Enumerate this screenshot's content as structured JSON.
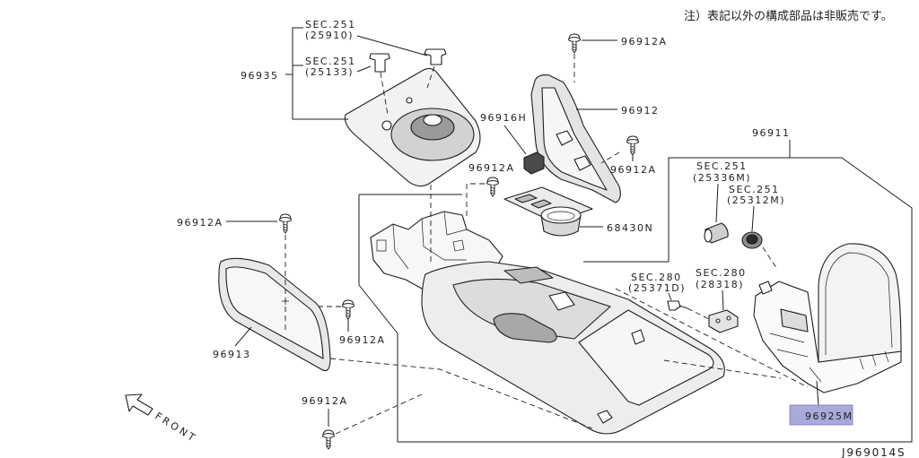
{
  "note": "注）表記以外の構成部品は非販売です。",
  "diagram_code": "J969014S",
  "front_label": "FRONT",
  "sections": {
    "s25910": {
      "sec": "SEC.251",
      "code": "(25910)"
    },
    "s25133": {
      "sec": "SEC.251",
      "code": "(25133)"
    },
    "s25336m": {
      "sec": "SEC.251",
      "code": "(25336M)"
    },
    "s25312m": {
      "sec": "SEC.251",
      "code": "(25312M)"
    },
    "s25371d": {
      "sec": "SEC.280",
      "code": "(25371D)"
    },
    "s28318": {
      "sec": "SEC.280",
      "code": "(28318)"
    }
  },
  "parts": {
    "p96935": "96935",
    "p96912a_top": "96912A",
    "p96912": "96912",
    "p96916h": "96916H",
    "p96911": "96911",
    "p96912a_upper_mid": "96912A",
    "p96912a_upper_right": "96912A",
    "p96912a_left": "96912A",
    "p68430n": "68430N",
    "p96913": "96913",
    "p96912a_lower_mid": "96912A",
    "p96912a_bottom": "96912A",
    "p96925m": "96925M"
  },
  "colors": {
    "highlight": "#a9a9da",
    "line": "#1e1e1e"
  }
}
